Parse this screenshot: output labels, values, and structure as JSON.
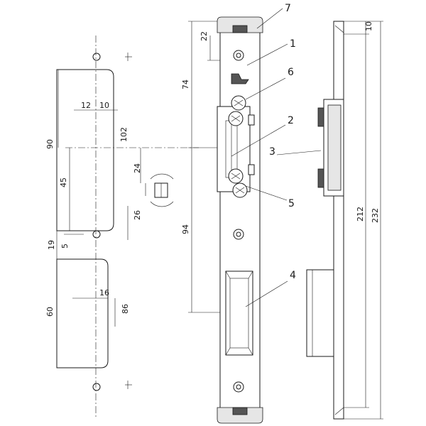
{
  "dimensions": {
    "d22": "22",
    "d74": "74",
    "d12": "12",
    "d10a": "10",
    "d102": "102",
    "d90": "90",
    "d24": "24",
    "d45": "45",
    "d26": "26",
    "d94": "94",
    "d19": "19",
    "d5": "5",
    "d16": "16",
    "d60": "60",
    "d86": "86",
    "d10b": "10",
    "d212": "212",
    "d232": "232"
  },
  "callouts": {
    "c1": "1",
    "c2": "2",
    "c3": "3",
    "c4": "4",
    "c5": "5",
    "c6": "6",
    "c7": "7"
  },
  "colors": {
    "line": "#1a1a1a",
    "background": "#ffffff"
  }
}
